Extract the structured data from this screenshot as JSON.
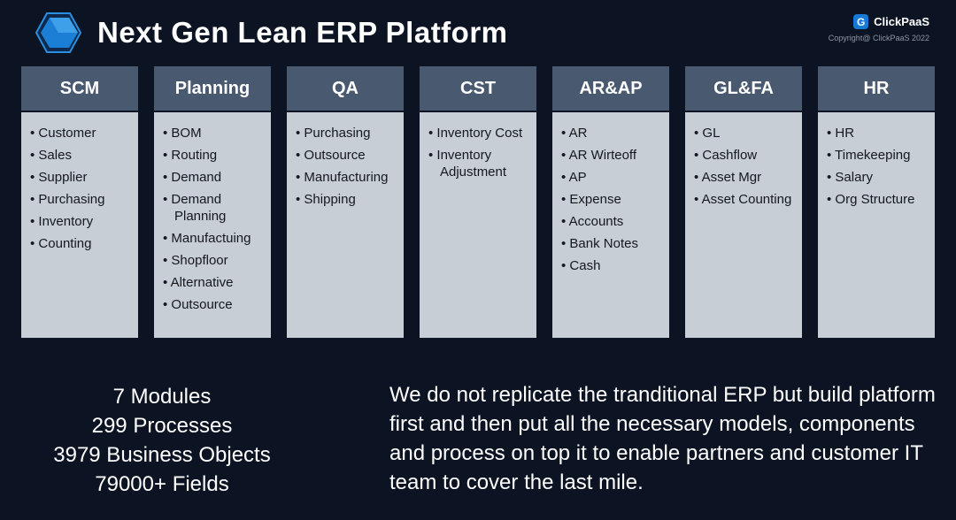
{
  "header": {
    "title": "Next Gen Lean ERP Platform",
    "brand_name": "ClickPaaS",
    "brand_icon_glyph": "G",
    "copyright": "Copyright@ ClickPaaS 2022"
  },
  "columns": [
    {
      "title": "SCM",
      "items": [
        "Customer",
        "Sales",
        "Supplier",
        "Purchasing",
        "Inventory",
        "Counting"
      ]
    },
    {
      "title": "Planning",
      "items": [
        "BOM",
        "Routing",
        "Demand",
        "Demand Planning",
        "Manufactuing",
        "Shopfloor",
        "Alternative",
        "Outsource"
      ]
    },
    {
      "title": "QA",
      "items": [
        "Purchasing",
        "Outsource",
        "Manufacturing",
        "Shipping"
      ]
    },
    {
      "title": "CST",
      "items": [
        "Inventory Cost",
        "Inventory Adjustment"
      ]
    },
    {
      "title": "AR&AP",
      "items": [
        "AR",
        "AR Wirteoff",
        "AP",
        "Expense",
        "Accounts",
        "Bank Notes",
        "Cash"
      ]
    },
    {
      "title": "GL&FA",
      "items": [
        "GL",
        "Cashflow",
        "Asset Mgr",
        "Asset Counting"
      ]
    },
    {
      "title": "HR",
      "items": [
        "HR",
        "Timekeeping",
        "Salary",
        "Org Structure"
      ]
    }
  ],
  "stats": [
    "7 Modules",
    "299 Processes",
    "3979 Business Objects",
    "79000+ Fields"
  ],
  "description": "We do not replicate the tranditional ERP but build platform first and then put all the necessary models, components and process on top it to enable partners and customer IT team to cover the last mile.",
  "colors": {
    "background": "#0c1424",
    "column_header": "#49596f",
    "column_body": "#c7ced6",
    "brand_blue": "#1579d8",
    "text_light": "#ffffff",
    "text_dark": "#15181d"
  }
}
